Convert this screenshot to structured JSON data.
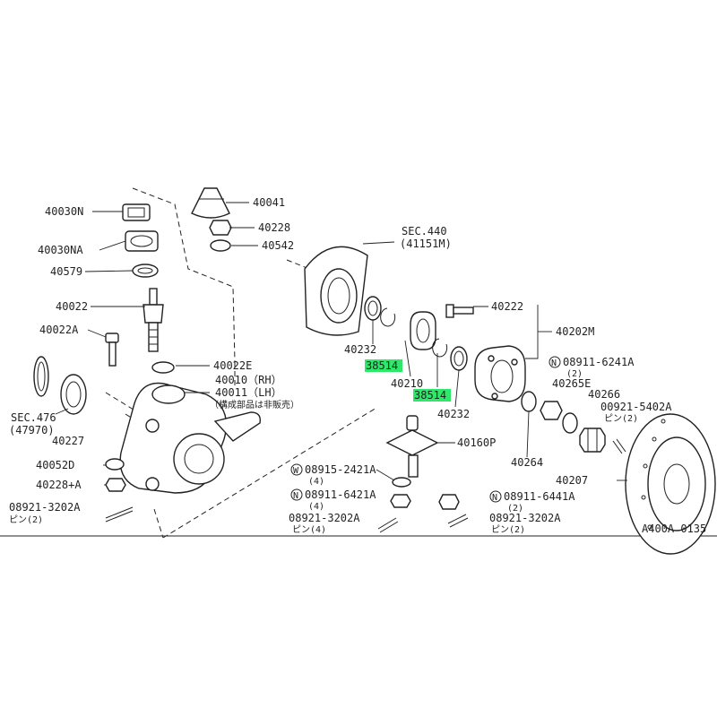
{
  "diagram_code": "A400A 0135",
  "highlight_color": "#2ee86a",
  "labels": {
    "p40030n": "40030N",
    "p40030na": "40030NA",
    "p40579": "40579",
    "p40022": "40022",
    "p40022a": "40022A",
    "p40041": "40041",
    "p40228": "40228",
    "p40542": "40542",
    "p40022e": "40022E",
    "p40010": "40010（RH）",
    "p40011": "40011（LH）",
    "note_not_sold": "（構成部品は非販売）",
    "sec476": "SEC.476",
    "sec476_sub": "(47970)",
    "p40227": "40227",
    "p40052d": "40052D",
    "p40228a": "40228+A",
    "pin_08921_left": "08921-3202A",
    "pin_left_qty": "ピン(2)",
    "sec440": "SEC.440",
    "sec440_sub": "(41151M)",
    "p40232_left": "40232",
    "p38514_left": "38514",
    "p40210": "40210",
    "p38514_right": "38514",
    "p40232_right": "40232",
    "p40222": "40222",
    "p40202m": "40202M",
    "n08911_6241a": "08911-6241A",
    "qty_6241a": "(2)",
    "p40265e": "40265E",
    "p40266": "40266",
    "p00921_5402a": "00921-5402A",
    "pin_5402a_qty": "ピン(2)",
    "p40160p": "40160P",
    "w08915_2421a": "08915-2421A",
    "qty_2421a": "(4)",
    "n08911_6421a": "08911-6421A",
    "qty_6421a": "(4)",
    "pin_08921_mid": "08921-3202A",
    "pin_mid_qty": "ピン(4)",
    "n08911_6441a": "08911-6441A",
    "qty_6441a": "(2)",
    "pin_08921_right": "08921-3202A",
    "pin_right_qty": "ピン(2)",
    "p40264": "40264",
    "p40207": "40207",
    "mark_n": "N",
    "mark_w": "W"
  }
}
